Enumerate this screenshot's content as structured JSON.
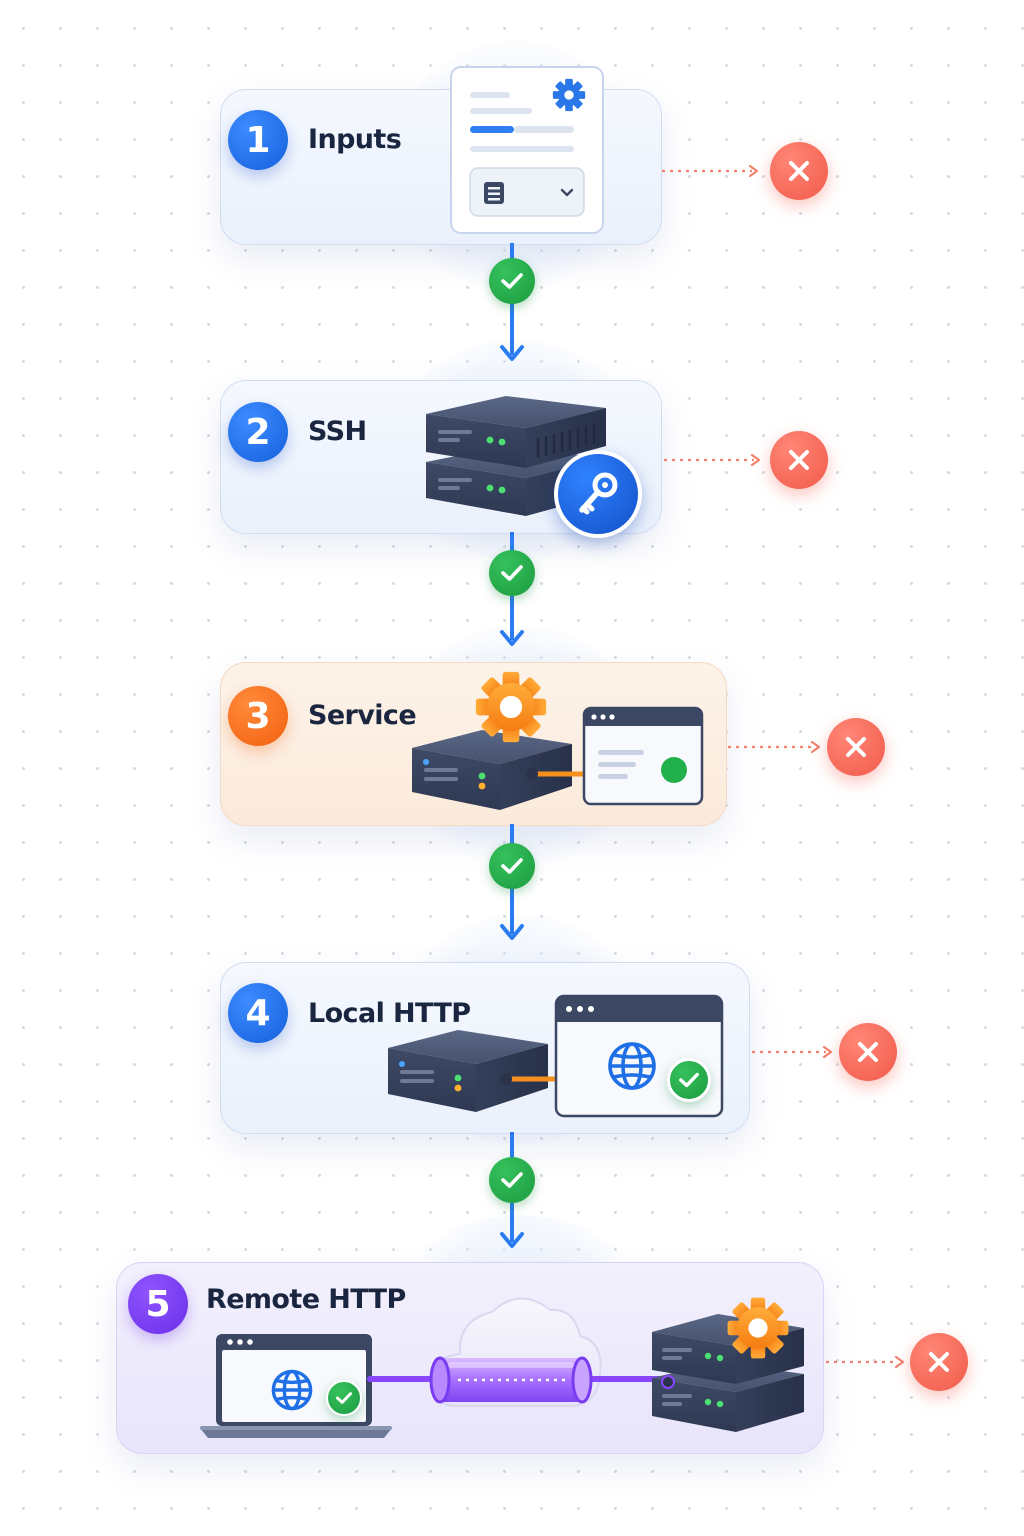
{
  "steps": [
    {
      "number": "1",
      "label": "Inputs"
    },
    {
      "number": "2",
      "label": "SSH"
    },
    {
      "number": "3",
      "label": "Service"
    },
    {
      "number": "4",
      "label": "Local HTTP"
    },
    {
      "number": "5",
      "label": "Remote HTTP"
    }
  ],
  "icons": {
    "success": "check-icon",
    "failure": "x-icon",
    "gear": "gear-icon",
    "key": "key-icon",
    "server": "server-icon",
    "browser": "browser-window-icon",
    "globe": "globe-icon",
    "cloud": "cloud-icon",
    "laptop": "laptop-icon",
    "tunnel": "tunnel-icon",
    "form": "form-icon"
  },
  "colors": {
    "blue": "#1a6ae8",
    "orange": "#f26a14",
    "purple": "#7239ee",
    "success": "#22a54a",
    "failure": "#f2604f",
    "server": "#3b4763"
  }
}
